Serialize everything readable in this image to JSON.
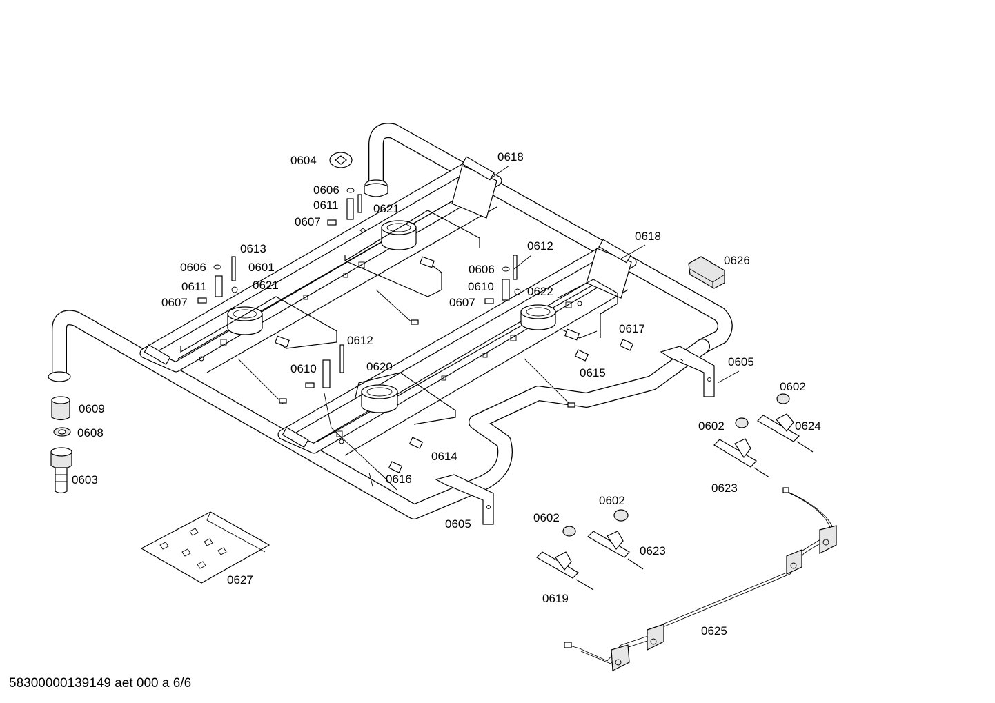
{
  "labels": {
    "p0604": "0604",
    "p0618a": "0618",
    "p0618b": "0618",
    "p0606a": "0606",
    "p0611a": "0611",
    "p0621a": "0621",
    "p0607a": "0607",
    "p0613": "0613",
    "p0606b": "0606",
    "p0601": "0601",
    "p0611b": "0611",
    "p0621b": "0621",
    "p0607b": "0607",
    "p0612a": "0612",
    "p0606c": "0606",
    "p0610a": "0610",
    "p0622": "0622",
    "p0607c": "0607",
    "p0626": "0626",
    "p0617": "0617",
    "p0612b": "0612",
    "p0610b": "0610",
    "p0620": "0620",
    "p0615": "0615",
    "p0605a": "0605",
    "p0602a": "0602",
    "p0602b": "0602",
    "p0624": "0624",
    "p0609": "0609",
    "p0608": "0608",
    "p0603": "0603",
    "p0614": "0614",
    "p0616": "0616",
    "p0623a": "0623",
    "p0605b": "0605",
    "p0602c": "0602",
    "p0602d": "0602",
    "p0623b": "0623",
    "p0627": "0627",
    "p0619": "0619",
    "p0625": "0625"
  },
  "footer": "58300000139149 aet 000 a 6/6"
}
